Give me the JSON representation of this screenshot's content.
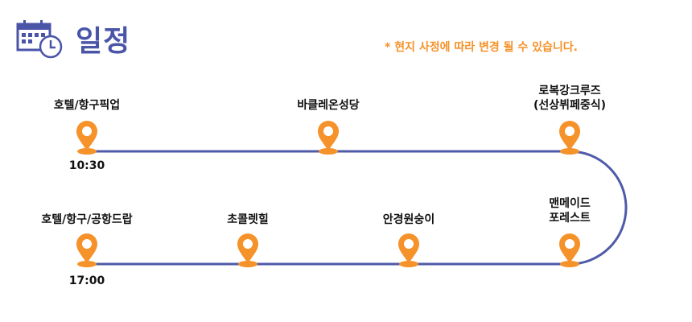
{
  "header": {
    "icon": "calendar-clock-icon",
    "title": "일정",
    "notice": "* 현지 사정에 따라 변경 될 수 있습니다."
  },
  "colors": {
    "accent": "#4a55a8",
    "pin": "#f5922a",
    "notice": "#f5922a"
  },
  "stops": [
    {
      "label": "호텔/항구픽업",
      "time": "10:30"
    },
    {
      "label": "바클레온성당"
    },
    {
      "label": "로복강크루즈",
      "label2": "(선상뷔페중식)"
    },
    {
      "label": "맨메이드",
      "label2": "포레스트"
    },
    {
      "label": "안경원숭이"
    },
    {
      "label": "초콜렛힐"
    },
    {
      "label": "호텔/항구/공항드랍",
      "time": "17:00"
    }
  ]
}
